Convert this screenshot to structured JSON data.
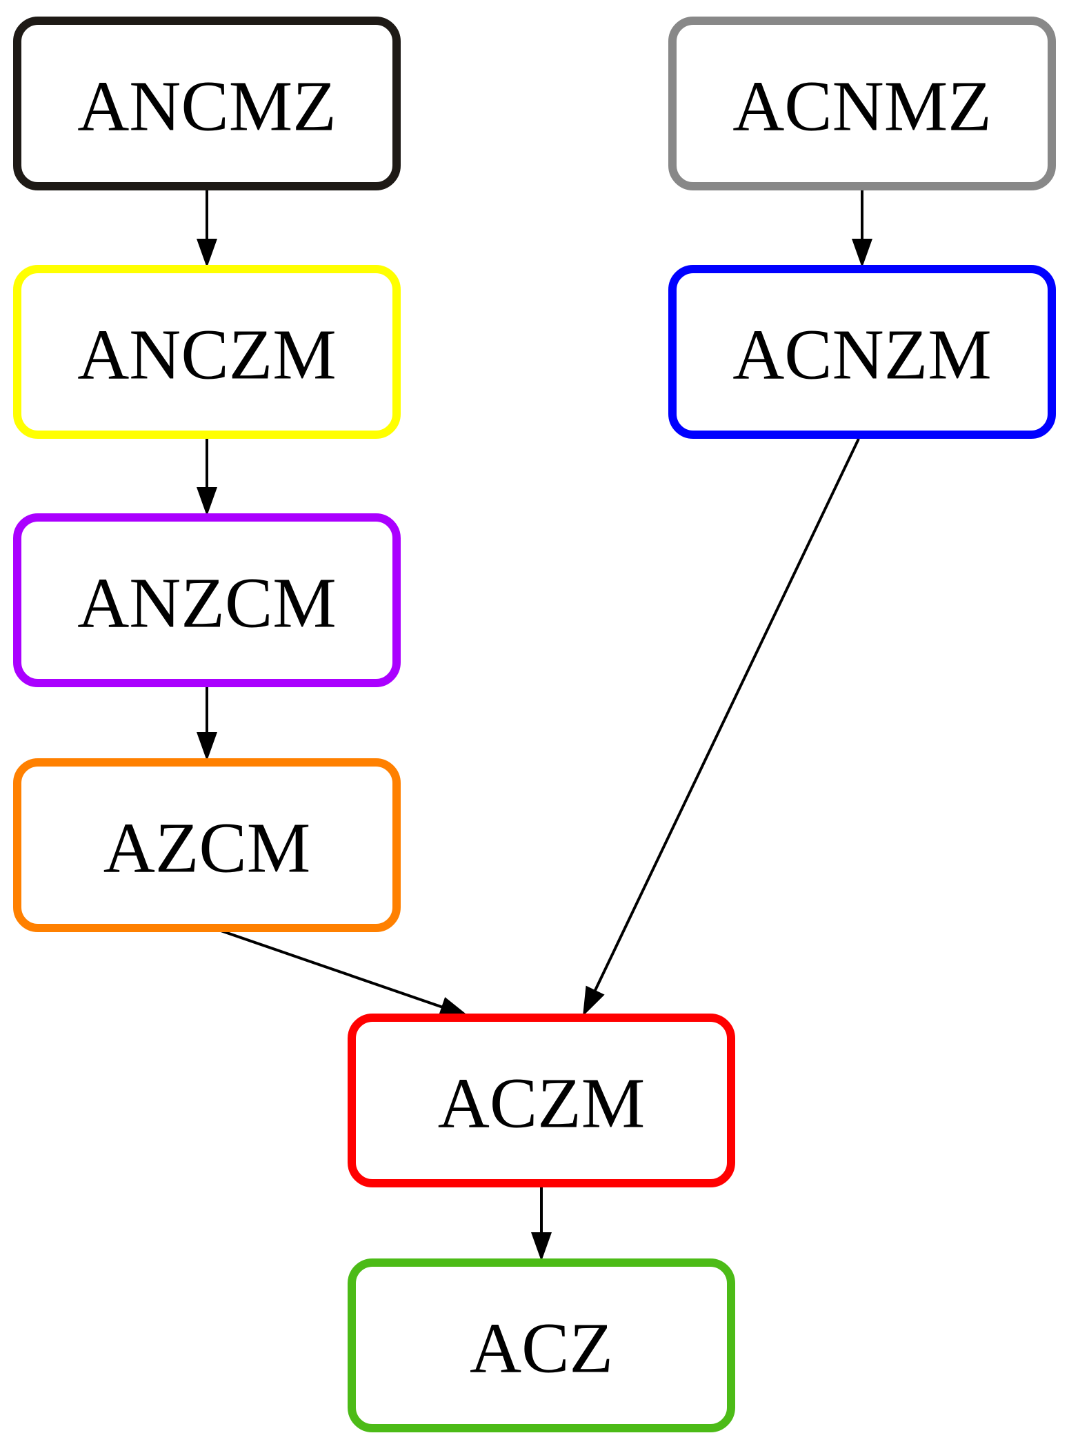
{
  "nodes": [
    {
      "id": "ANCMZ",
      "label": "ANCMZ",
      "color": "#1e1a16"
    },
    {
      "id": "ACNMZ",
      "label": "ACNMZ",
      "color": "#888888"
    },
    {
      "id": "ANCZM",
      "label": "ANCZM",
      "color": "#ffff00"
    },
    {
      "id": "ACNZM",
      "label": "ACNZM",
      "color": "#0000ff"
    },
    {
      "id": "ANZCM",
      "label": "ANZCM",
      "color": "#aa00ff"
    },
    {
      "id": "AZCM",
      "label": "AZCM",
      "color": "#ff8000"
    },
    {
      "id": "ACZM",
      "label": "ACZM",
      "color": "#ff0000"
    },
    {
      "id": "ACZ",
      "label": "ACZ",
      "color": "#4cbb17"
    }
  ],
  "edges": [
    {
      "from": "ANCMZ",
      "to": "ANCZM"
    },
    {
      "from": "ANCZM",
      "to": "ANZCM"
    },
    {
      "from": "ANZCM",
      "to": "AZCM"
    },
    {
      "from": "AZCM",
      "to": "ACZM"
    },
    {
      "from": "ACNMZ",
      "to": "ACNZM"
    },
    {
      "from": "ACNZM",
      "to": "ACZM"
    },
    {
      "from": "ACZM",
      "to": "ACZ"
    }
  ]
}
